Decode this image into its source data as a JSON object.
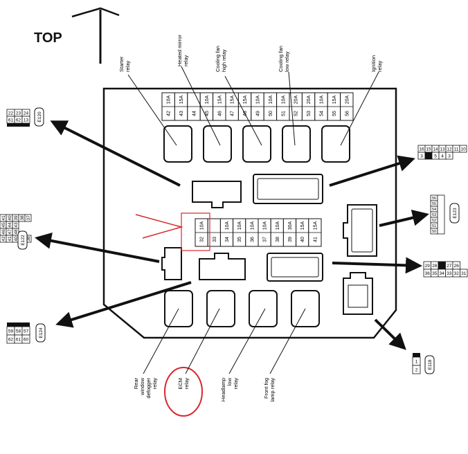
{
  "top_label": "TOP",
  "relays_top": [
    {
      "label": [
        "Starter",
        "relay"
      ]
    },
    {
      "label": [
        "Heated mirror",
        "relay"
      ]
    },
    {
      "label": [
        "Cooling fan",
        "high relay"
      ]
    },
    {
      "label": [
        "Cooling fan",
        "low relay"
      ]
    },
    {
      "label": [
        "Ignition",
        "relay"
      ]
    }
  ],
  "relays_bottom": [
    {
      "label": [
        "Rear",
        "window",
        "defogger",
        "relay"
      ]
    },
    {
      "label": [
        "ECM",
        "relay"
      ]
    },
    {
      "label": [
        "Headlamp",
        "low",
        "relay"
      ]
    },
    {
      "label": [
        "Front fog",
        "lamp relay"
      ]
    }
  ],
  "fuses_top": [
    {
      "num": "42",
      "amp": "10A"
    },
    {
      "num": "43",
      "amp": "15A"
    },
    {
      "num": "44",
      "amp": ""
    },
    {
      "num": "45",
      "amp": "10A"
    },
    {
      "num": "46",
      "amp": "15A"
    },
    {
      "num": "47",
      "amp": "15A"
    },
    {
      "num": "48",
      "amp": "15A"
    },
    {
      "num": "49",
      "amp": "10A"
    },
    {
      "num": "50",
      "amp": "10A"
    },
    {
      "num": "51",
      "amp": "10A"
    },
    {
      "num": "52",
      "amp": "20A"
    },
    {
      "num": "53",
      "amp": "20A"
    },
    {
      "num": "54",
      "amp": "10A"
    },
    {
      "num": "55",
      "amp": "15A"
    },
    {
      "num": "56",
      "amp": "20A"
    }
  ],
  "fuses_mid": [
    {
      "num": "32",
      "amp": "10A"
    },
    {
      "num": "33",
      "amp": ""
    },
    {
      "num": "34",
      "amp": "10A"
    },
    {
      "num": "35",
      "amp": "10A"
    },
    {
      "num": "36",
      "amp": "10A"
    },
    {
      "num": "37",
      "amp": "10A"
    },
    {
      "num": "38",
      "amp": "10A"
    },
    {
      "num": "39",
      "amp": "30A"
    },
    {
      "num": "40",
      "amp": "15A"
    },
    {
      "num": "41",
      "amp": "15A"
    }
  ],
  "connectors": {
    "e120": {
      "tag": "E120",
      "rows": [
        [
          "22",
          "23",
          "24"
        ],
        [
          "61",
          "62",
          "13"
        ]
      ]
    },
    "e122": {
      "tag": "E122",
      "rows": [
        [
          "41",
          "40",
          "39",
          "38",
          "37"
        ],
        [
          "45",
          "44",
          "43"
        ],
        [
          "46",
          "47",
          "48"
        ],
        [
          "42",
          "41",
          "40",
          "39",
          "38"
        ]
      ]
    },
    "e124": {
      "tag": "E124",
      "rows": [
        [
          "59",
          "58",
          "57"
        ],
        [
          "62",
          "61",
          "60"
        ]
      ]
    },
    "right_top": {
      "rows": [
        [
          "16",
          "15",
          "14",
          "13",
          "12",
          "11",
          "10"
        ],
        [
          "3",
          "",
          "5",
          "4",
          "3"
        ]
      ]
    },
    "e123": {
      "tag": "E123",
      "rows": [
        [
          "56",
          "55",
          "54",
          "53",
          "52",
          "51",
          "50"
        ]
      ]
    },
    "right_mid": {
      "rows": [
        [
          "29",
          "28",
          "",
          "27",
          "26"
        ],
        [
          "36",
          "35",
          "34",
          "33",
          "32",
          "31"
        ]
      ]
    },
    "e118": {
      "tag": "E118",
      "rows": [
        [
          "1"
        ],
        [
          "2"
        ]
      ]
    }
  },
  "colors": {
    "line": "#111111",
    "highlight": "#d9262b"
  }
}
